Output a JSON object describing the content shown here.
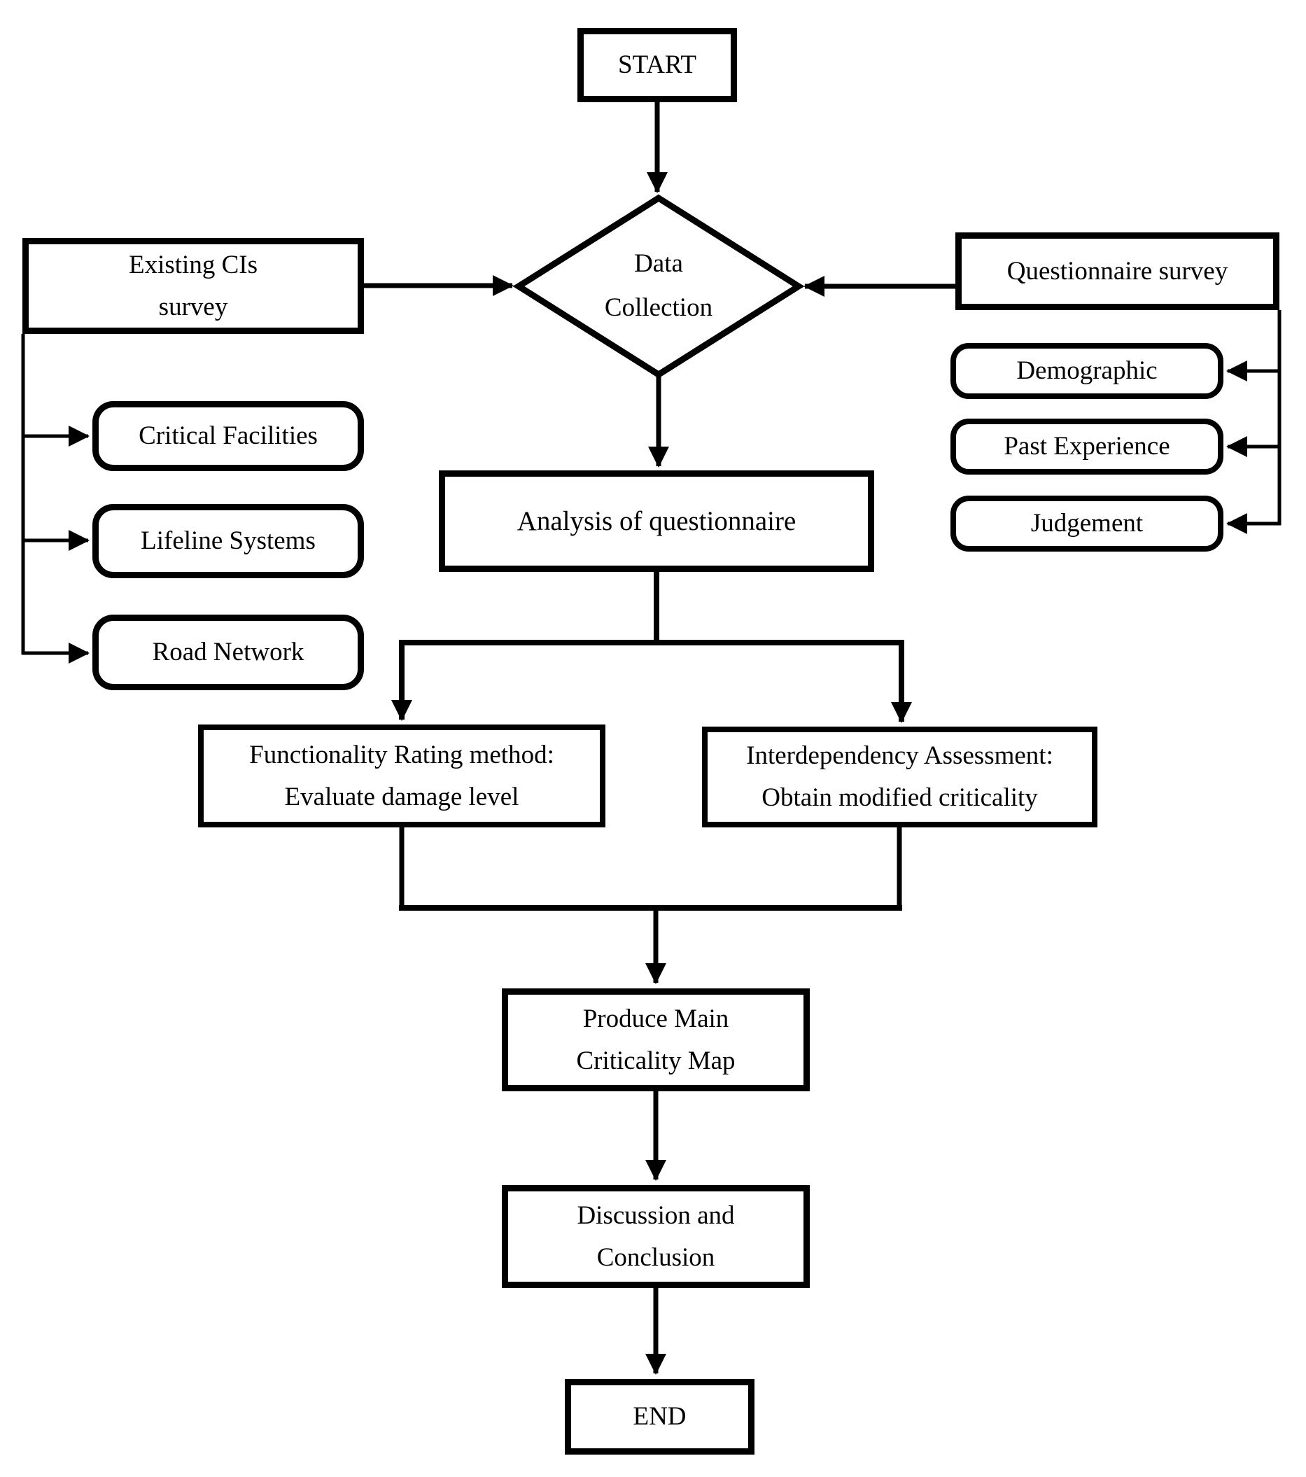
{
  "diagram": {
    "type": "flowchart",
    "colors": {
      "ink": "#000000",
      "background": "#ffffff"
    },
    "nodes": {
      "start": {
        "label": "START",
        "shape": "rectangle"
      },
      "data_collection": {
        "label": "Data\nCollection",
        "shape": "diamond"
      },
      "existing_cis_survey": {
        "label": "Existing CIs\nsurvey",
        "shape": "rectangle"
      },
      "questionnaire_survey": {
        "label": "Questionnaire survey",
        "shape": "rectangle"
      },
      "critical_facilities": {
        "label": "Critical Facilities",
        "shape": "rounded-rectangle"
      },
      "lifeline_systems": {
        "label": "Lifeline Systems",
        "shape": "rounded-rectangle"
      },
      "road_network": {
        "label": "Road Network",
        "shape": "rounded-rectangle"
      },
      "demographic": {
        "label": "Demographic",
        "shape": "rounded-rectangle"
      },
      "past_experience": {
        "label": "Past Experience",
        "shape": "rounded-rectangle"
      },
      "judgement": {
        "label": "Judgement",
        "shape": "rounded-rectangle"
      },
      "analysis_of_questionnaire": {
        "label": "Analysis of questionnaire",
        "shape": "rectangle"
      },
      "functionality_rating": {
        "label": "Functionality Rating method:\nEvaluate damage level",
        "shape": "rectangle"
      },
      "interdependency_assessment": {
        "label": "Interdependency Assessment:\nObtain modified criticality",
        "shape": "rectangle"
      },
      "produce_main_criticality_map": {
        "label": "Produce Main\nCriticality Map",
        "shape": "rectangle"
      },
      "discussion_and_conclusion": {
        "label": "Discussion and\nConclusion",
        "shape": "rectangle"
      },
      "end": {
        "label": "END",
        "shape": "rectangle"
      }
    },
    "edges": [
      {
        "from": "start",
        "to": "data_collection"
      },
      {
        "from": "existing_cis_survey",
        "to": "data_collection"
      },
      {
        "from": "questionnaire_survey",
        "to": "data_collection"
      },
      {
        "from": "existing_cis_survey",
        "to": "critical_facilities"
      },
      {
        "from": "existing_cis_survey",
        "to": "lifeline_systems"
      },
      {
        "from": "existing_cis_survey",
        "to": "road_network"
      },
      {
        "from": "questionnaire_survey",
        "to": "demographic"
      },
      {
        "from": "questionnaire_survey",
        "to": "past_experience"
      },
      {
        "from": "questionnaire_survey",
        "to": "judgement"
      },
      {
        "from": "data_collection",
        "to": "analysis_of_questionnaire"
      },
      {
        "from": "analysis_of_questionnaire",
        "to": "functionality_rating"
      },
      {
        "from": "analysis_of_questionnaire",
        "to": "interdependency_assessment"
      },
      {
        "from": "functionality_rating",
        "to": "produce_main_criticality_map"
      },
      {
        "from": "interdependency_assessment",
        "to": "produce_main_criticality_map"
      },
      {
        "from": "produce_main_criticality_map",
        "to": "discussion_and_conclusion"
      },
      {
        "from": "discussion_and_conclusion",
        "to": "end"
      }
    ]
  }
}
